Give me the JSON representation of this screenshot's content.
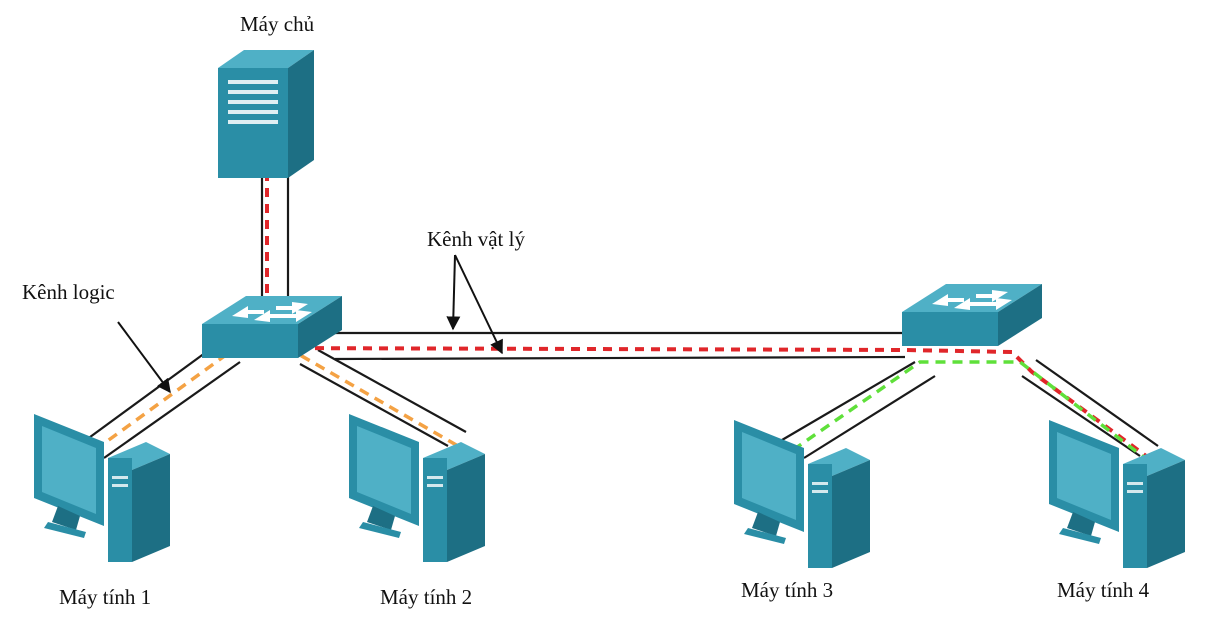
{
  "labels": {
    "server": "Máy chủ",
    "physical_channel": "Kênh vật lý",
    "logical_channel": "Kênh logic",
    "pc1": "Máy tính 1",
    "pc2": "Máy tính 2",
    "pc3": "Máy tính 3",
    "pc4": "Máy tính 4"
  },
  "colors": {
    "device_teal": "#2a8ea6",
    "device_teal_dark": "#1d6f84",
    "device_teal_light": "#4fb0c6",
    "cable": "#1a1a1a",
    "path_red": "#e0262a",
    "path_orange": "#f4a244",
    "path_green": "#5fe03a"
  },
  "icons": {
    "server": "server-tower-icon",
    "switch": "network-switch-icon",
    "computer": "desktop-computer-icon"
  }
}
